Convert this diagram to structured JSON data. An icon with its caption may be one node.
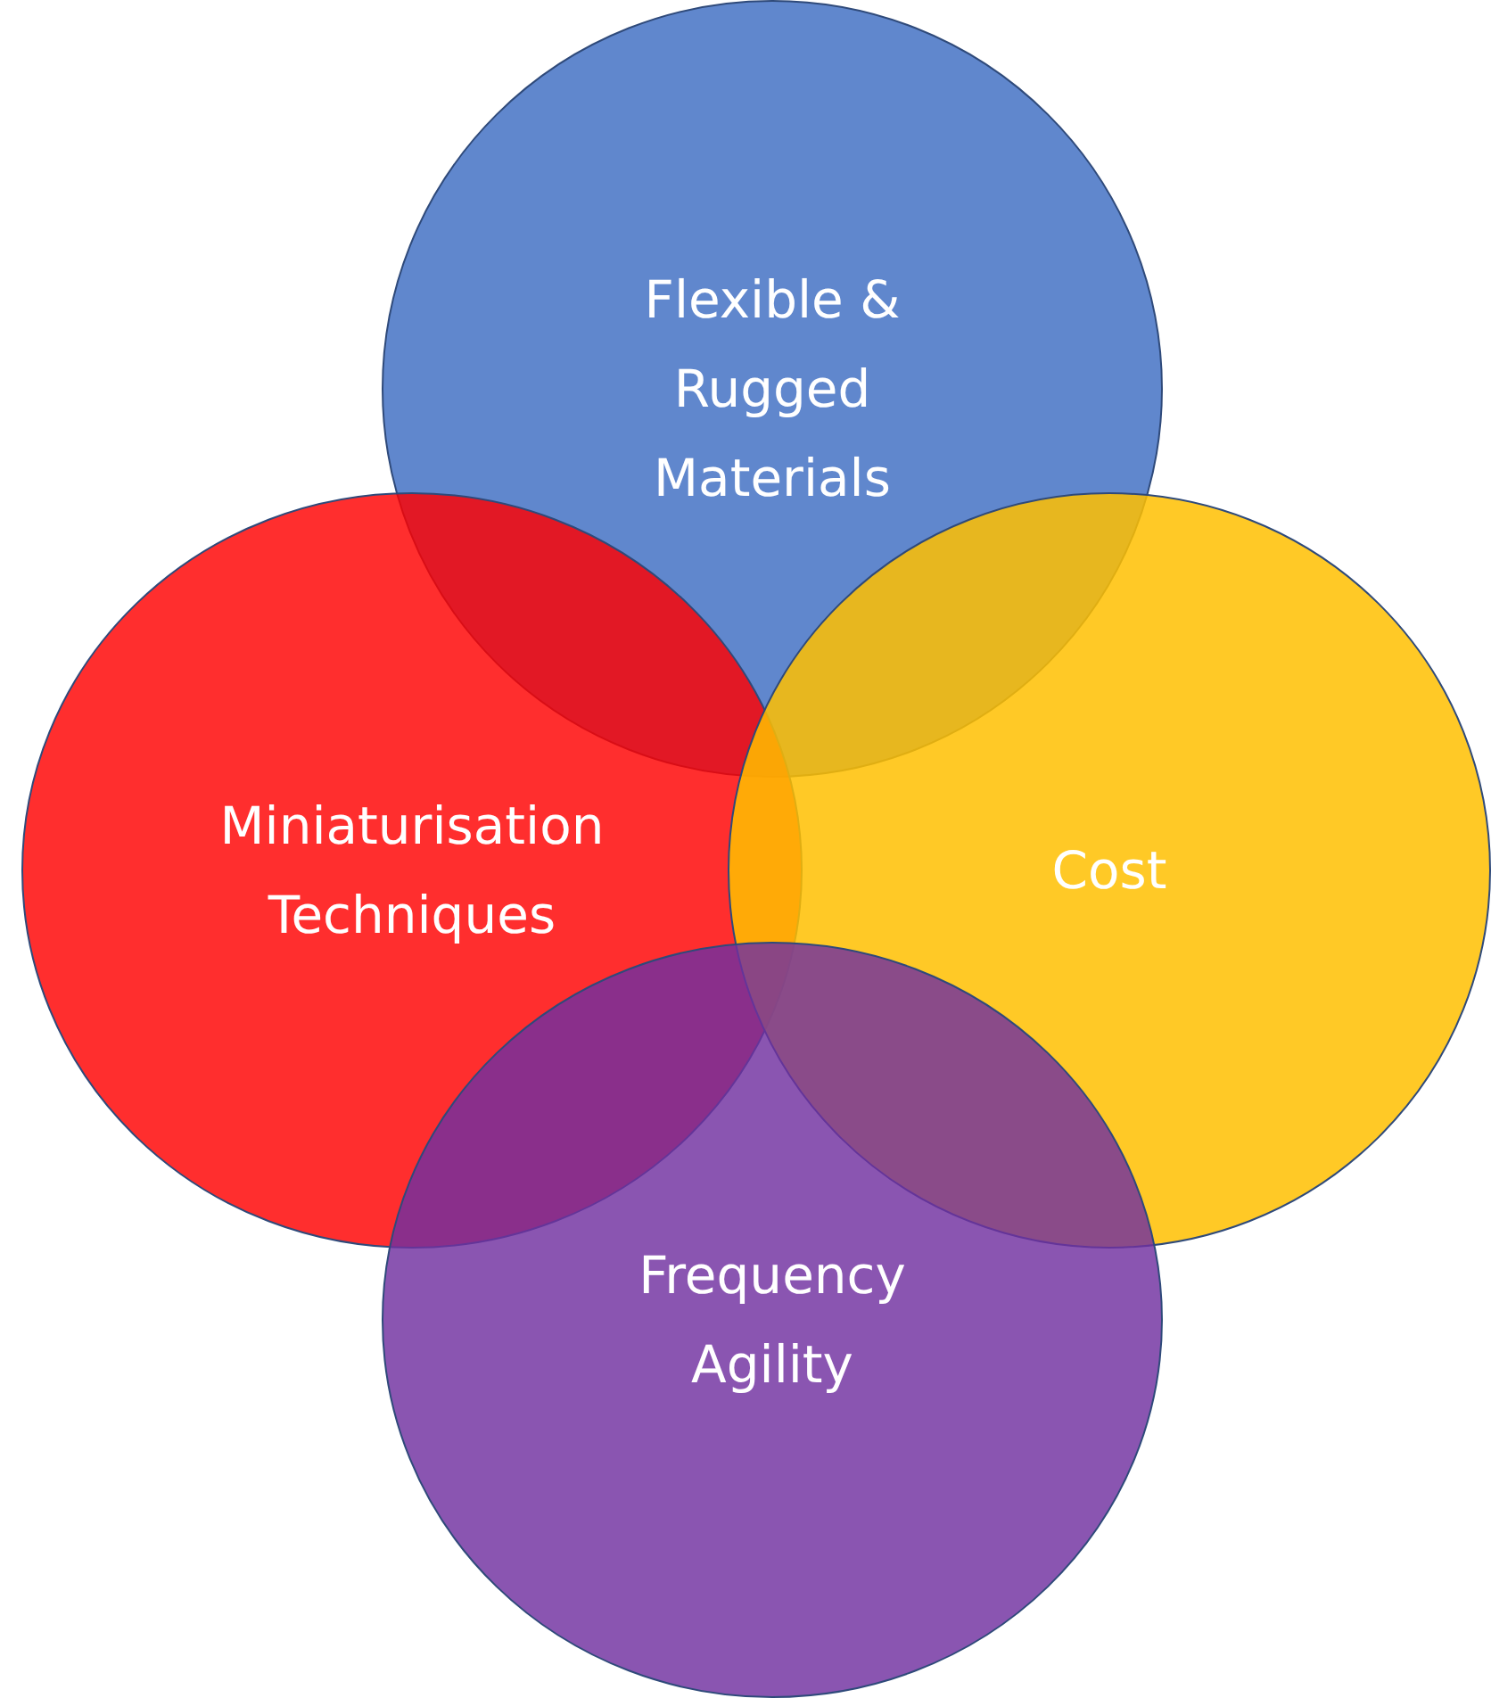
{
  "diagram": {
    "nodes": [
      {
        "text": [
          "Flexible & Rugged Materials"
        ]
      },
      {
        "text": [
          "Miniaturisation Techniques"
        ]
      },
      {
        "text": [
          "Cost"
        ]
      },
      {
        "text": [
          "Frequency Agility"
        ]
      }
    ]
  }
}
